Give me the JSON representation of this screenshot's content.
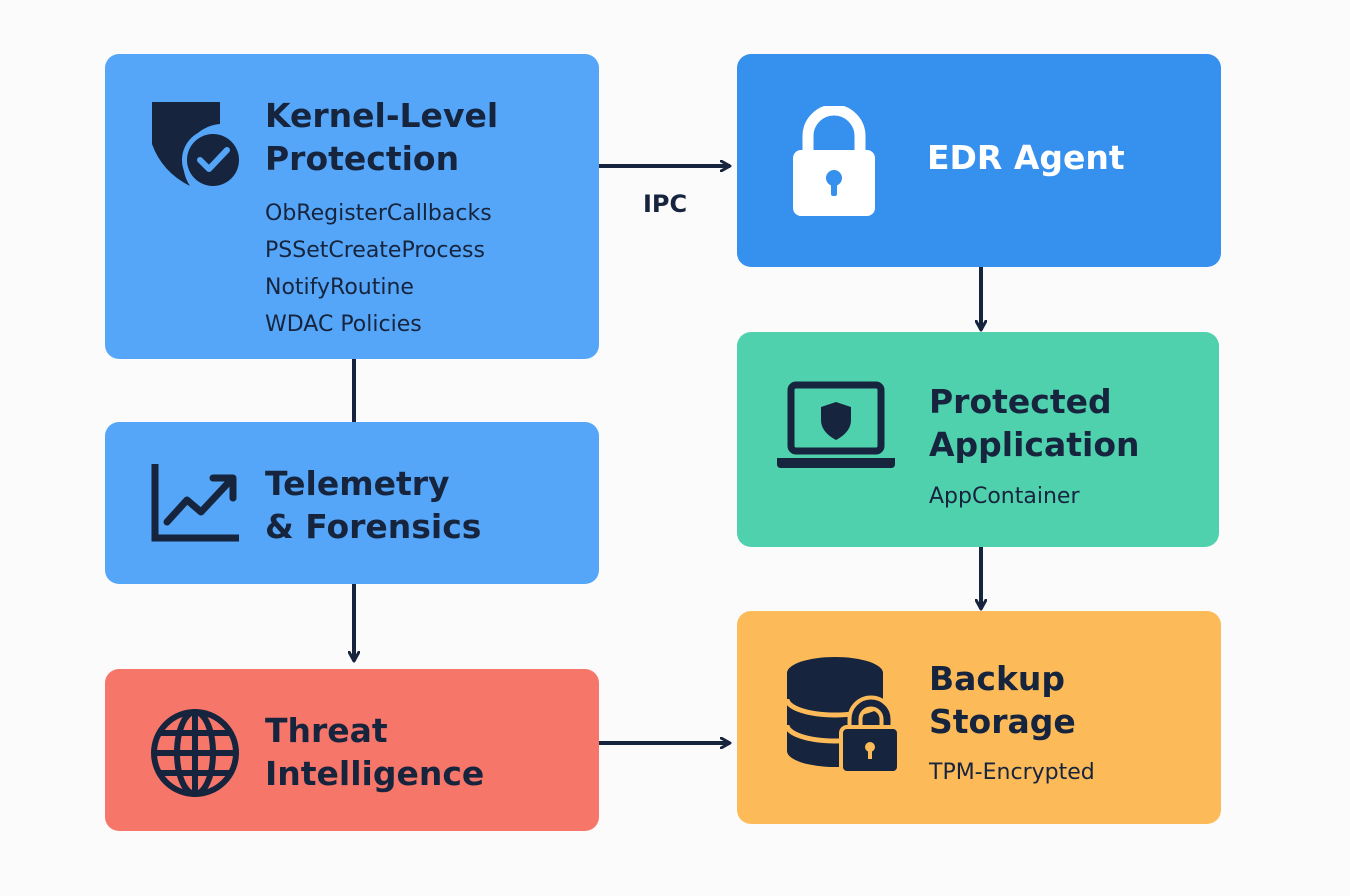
{
  "colors": {
    "ink": "#16243d",
    "kernel_box": "#55a6f8",
    "telemetry_box": "#55a6f8",
    "threat_box": "#f7766a",
    "edr_box": "#3590ee",
    "app_box": "#4fd1ae",
    "backup_box": "#fcbb58"
  },
  "nodes": {
    "kernel": {
      "title": "Kernel-Level\nProtection",
      "icon": "shield-check-icon",
      "items": [
        "ObRegisterCallbacks",
        "PSSetCreateProcess",
        "NotifyRoutine",
        "WDAC Policies"
      ]
    },
    "telemetry": {
      "title": "Telemetry\n& Forensics",
      "icon": "chart-trend-icon"
    },
    "threat": {
      "title": "Threat\nIntelligence",
      "icon": "globe-icon"
    },
    "edr": {
      "title": "EDR Agent",
      "icon": "padlock-icon"
    },
    "app": {
      "title": "Protected\nApplication",
      "icon": "laptop-shield-icon",
      "subtitle": "AppContainer"
    },
    "backup": {
      "title": "Backup\nStorage",
      "icon": "database-lock-icon",
      "subtitle": "TPM-Encrypted"
    }
  },
  "edges": {
    "kernel_to_edr": {
      "label": "IPC"
    }
  }
}
